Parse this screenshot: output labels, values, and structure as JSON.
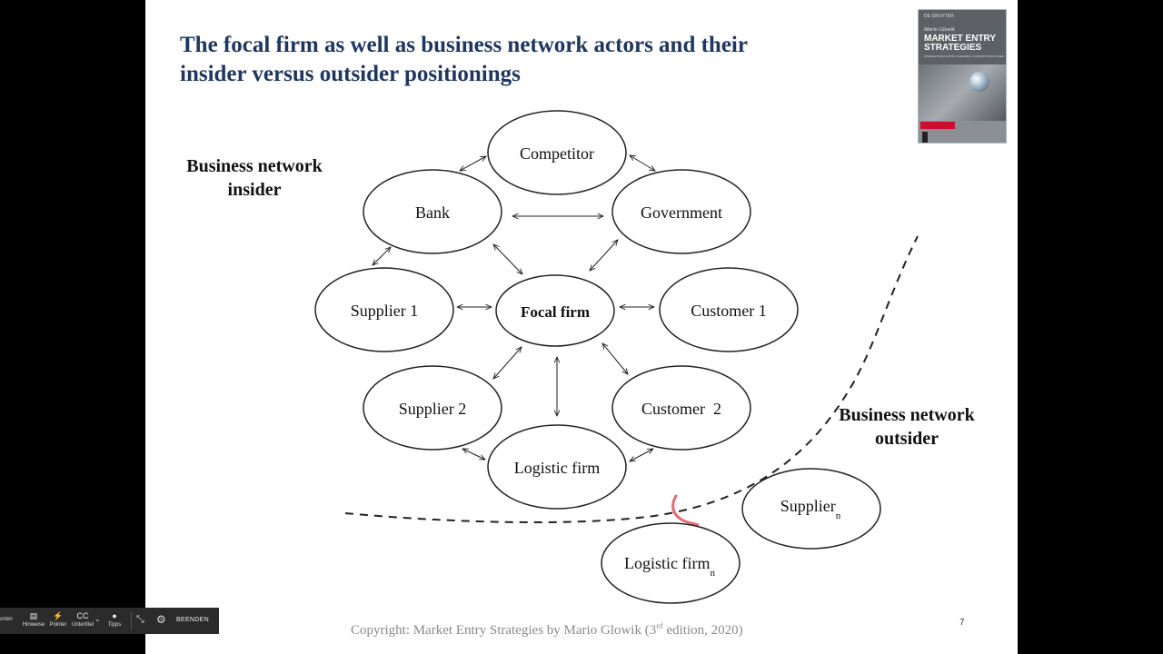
{
  "slide": {
    "title_lines": [
      "The focal firm as well as business network actors and their",
      "insider versus outsider positionings"
    ],
    "insider_label_lines": [
      "Business network",
      "insider"
    ],
    "outsider_label_lines": [
      "Business network",
      "outsider"
    ],
    "page_number": "7",
    "copyright": {
      "prefix": "Copyright: Market Entry Strategies by Mario Glowik (3",
      "superscript": "rd",
      "suffix": " edition,  2020)"
    }
  },
  "nodes": {
    "competitor": "Competitor",
    "bank": "Bank",
    "government": "Government",
    "supplier1": "Supplier 1",
    "focal": "Focal firm",
    "customer1": "Customer 1",
    "supplier2": "Supplier 2",
    "customer2": "Customer  2",
    "logistic": "Logistic firm",
    "supplier_n": {
      "label": "Supplier",
      "subscript": "n"
    },
    "logistic_n": {
      "label": "Logistic firm",
      "subscript": "n"
    }
  },
  "book": {
    "publisher": "DE GRUYTER",
    "author": "Mario Glowik",
    "title_lines": [
      "MARKET ENTRY",
      "STRATEGIES"
    ],
    "subtitle": "INTERNATIONALIZATION THEORIES, CONCEPTS AND CASES"
  },
  "toolbar": {
    "cut_text": "orten",
    "items": [
      {
        "icon": "▤",
        "label": "Hinweise"
      },
      {
        "icon": "⚡",
        "label": "Pointer"
      },
      {
        "icon": "CC",
        "label": "Untertitel"
      },
      {
        "icon": "●",
        "label": "Tipps"
      }
    ],
    "chevron": "⌄",
    "minimize_icon": "⤡",
    "settings_icon": "⚙",
    "end_label": "BEENDEN"
  },
  "colors": {
    "title": "#1f3760",
    "slide_background": "#ffffff",
    "outer_background": "#000000",
    "toolbar": "#2b2b2b",
    "annotation": "#e05060"
  }
}
